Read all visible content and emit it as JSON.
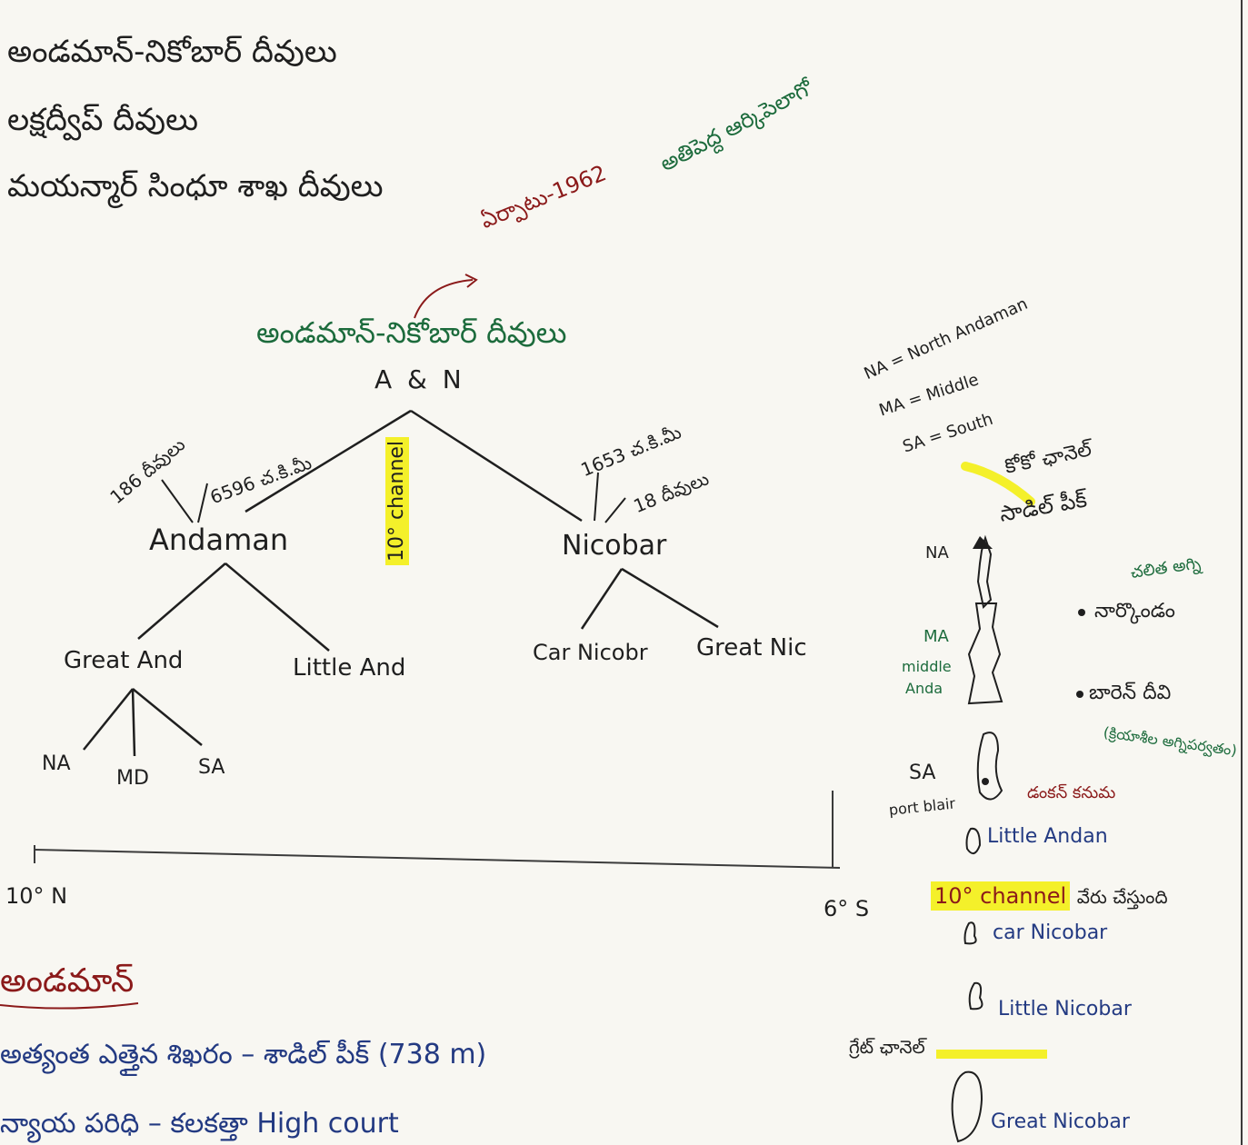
{
  "heading": {
    "line1": "అండమాన్-నికోబార్ దీవులు",
    "line2": "లక్షద్వీప్ దీవులు",
    "line3": "మయన్మార్ సింధూ శాఖ దీవులు"
  },
  "annotation": {
    "name_label": "అండమాన్-నికోబార్ దీవులు",
    "year_note": "ఏర్పాటు-1962",
    "archipelago": "అతిపెద్ద ఆర్కిపెలాగో"
  },
  "tree": {
    "root": "A & N",
    "channel_vertical": "10° channel",
    "andaman_islands": "186 దీవులు",
    "andaman_area": "6596 చ.కి.మీ",
    "andaman": "Andaman",
    "nicobar_area": "1653 చ.కి.మీ",
    "nicobar_islands": "18 దీవులు",
    "nicobar": "Nicobar",
    "great_andaman": "Great And",
    "little_andaman": "Little And",
    "car_nicobar": "Car Nicobr",
    "great_nicobar": "Great Nic",
    "na": "NA",
    "md": "MD",
    "sa": "SA"
  },
  "scale": {
    "left": "10° N",
    "right": "6° S"
  },
  "legend": {
    "na": "NA = North Andaman",
    "ma": "MA = Middle",
    "sa": "SA = South"
  },
  "map": {
    "coco_channel": "కోకో ఛానెల్",
    "saddle_peak": "సాడిల్ పీక్",
    "na_label": "NA",
    "volcano": "చలిత అగ్ని",
    "narcondam": "నార్కొండం",
    "ma_label": "MA",
    "middle": "middle",
    "anda": "Anda",
    "barren": "బారెన్ దీవి",
    "active_volcano": "(క్రియాశీల అగ్నిపర్వతం)",
    "sa_label": "SA",
    "port_blair": "port blair",
    "duncan": "డంకన్ కనుమ",
    "little_andaman": "Little Andan",
    "ten_channel": "10° channel",
    "ten_channel_suffix": "వేరు చేస్తుంది",
    "car_nicobar": "car Nicobar",
    "little_nicobar": "Little Nicobar",
    "grace_channel": "గ్రేట్ ఛానెల్",
    "great_nicobar": "Great Nicobar"
  },
  "bottom": {
    "title": "అండమాన్",
    "peak_line": "అత్యంత ఎత్తైన శిఖరం – శాడిల్ పీక్ (738 m)",
    "court_line": "న్యాయ పరిధి – కలకత్తా High court"
  },
  "colors": {
    "ink_black": "#1f1f1f",
    "ink_green": "#1c6b3c",
    "ink_red": "#8b1a1a",
    "ink_blue": "#233a82",
    "highlight": "#f4f02a"
  }
}
